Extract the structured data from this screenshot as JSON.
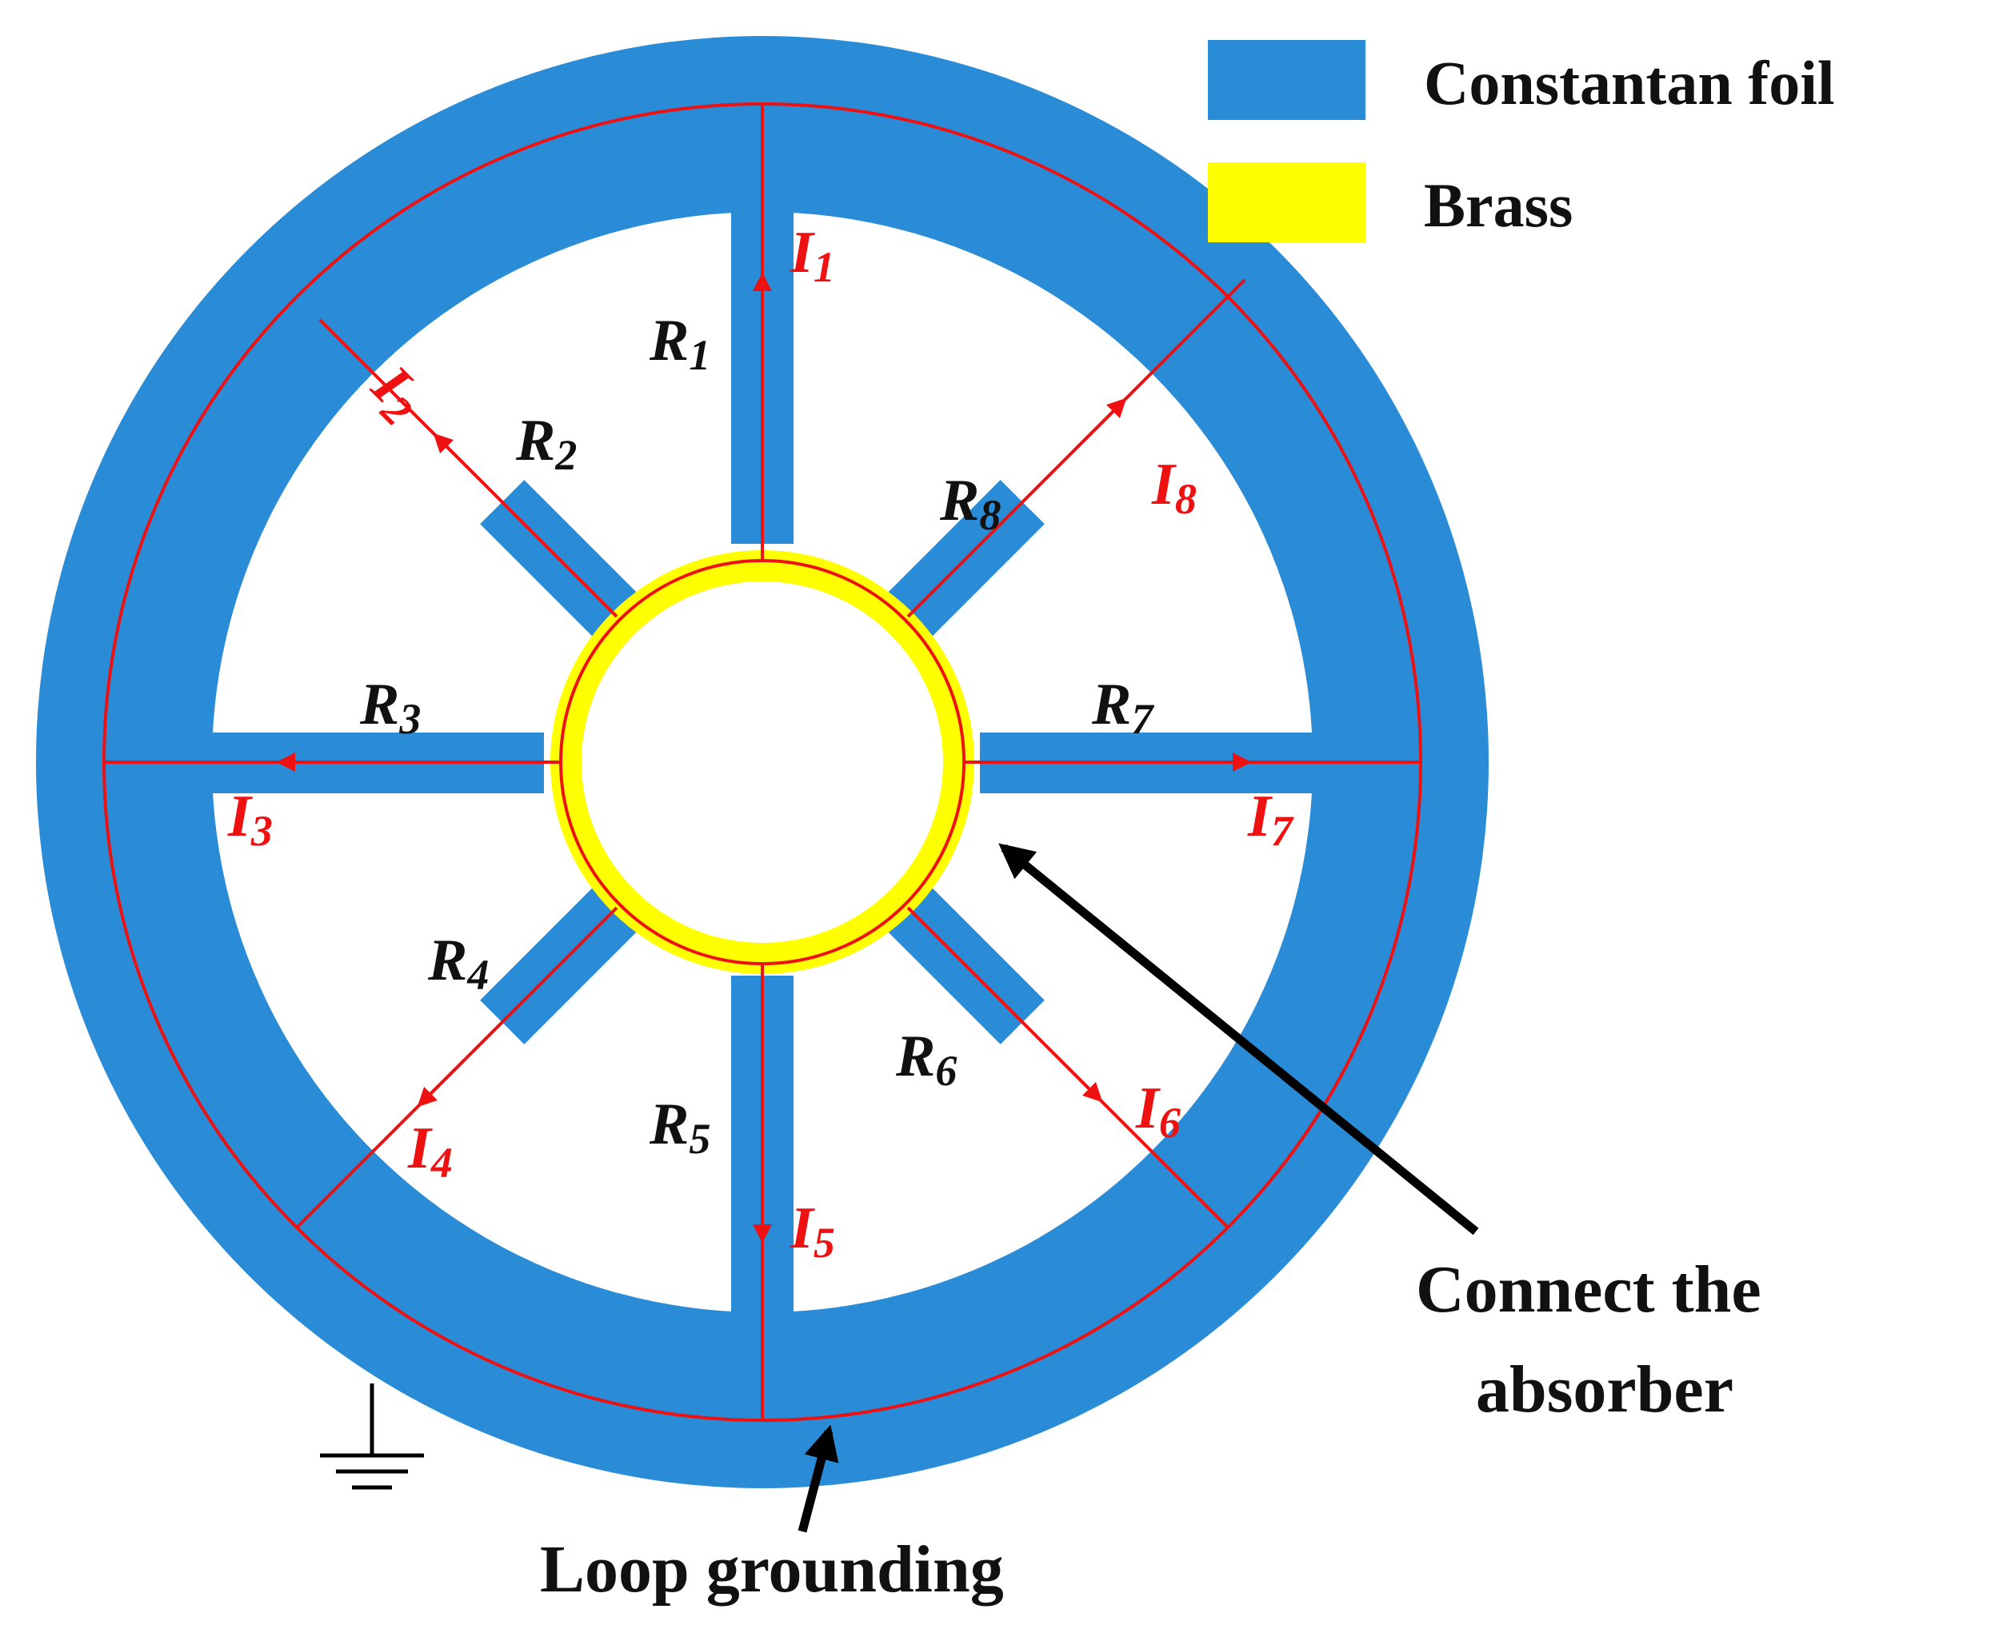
{
  "legend": {
    "items": [
      {
        "label": "Constantan foil",
        "color": "#2a8bd6"
      },
      {
        "label": "Brass",
        "color": "#ffff00"
      }
    ]
  },
  "colors": {
    "foil": "#2a8bd6",
    "brass": "#ffff00",
    "current": "#ee1111",
    "text": "#111111"
  },
  "spokes": [
    {
      "resistor": "R",
      "resistor_sub": "1",
      "current": "I",
      "current_sub": "1"
    },
    {
      "resistor": "R",
      "resistor_sub": "2",
      "current": "I",
      "current_sub": "2"
    },
    {
      "resistor": "R",
      "resistor_sub": "3",
      "current": "I",
      "current_sub": "3"
    },
    {
      "resistor": "R",
      "resistor_sub": "4",
      "current": "I",
      "current_sub": "4"
    },
    {
      "resistor": "R",
      "resistor_sub": "5",
      "current": "I",
      "current_sub": "5"
    },
    {
      "resistor": "R",
      "resistor_sub": "6",
      "current": "I",
      "current_sub": "6"
    },
    {
      "resistor": "R",
      "resistor_sub": "7",
      "current": "I",
      "current_sub": "7"
    },
    {
      "resistor": "R",
      "resistor_sub": "8",
      "current": "I",
      "current_sub": "8"
    }
  ],
  "annotations": {
    "absorber_line1": "Connect the",
    "absorber_line2": "absorber",
    "grounding": "Loop grounding"
  }
}
